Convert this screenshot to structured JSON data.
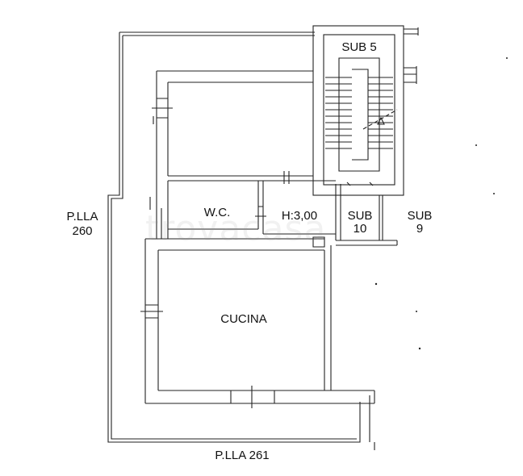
{
  "labels": {
    "sub5": "SUB 5",
    "wc": "W.C.",
    "height": "H:3,00",
    "sub10_line1": "SUB",
    "sub10_line2": "10",
    "sub9_line1": "SUB",
    "sub9_line2": "9",
    "plla260_line1": "P.LLA",
    "plla260_line2": "260",
    "kitchen": "CUCINA",
    "plla261": "P.LLA 261"
  },
  "watermark": "trovacasa",
  "colors": {
    "line": "#222222",
    "background": "#ffffff"
  }
}
